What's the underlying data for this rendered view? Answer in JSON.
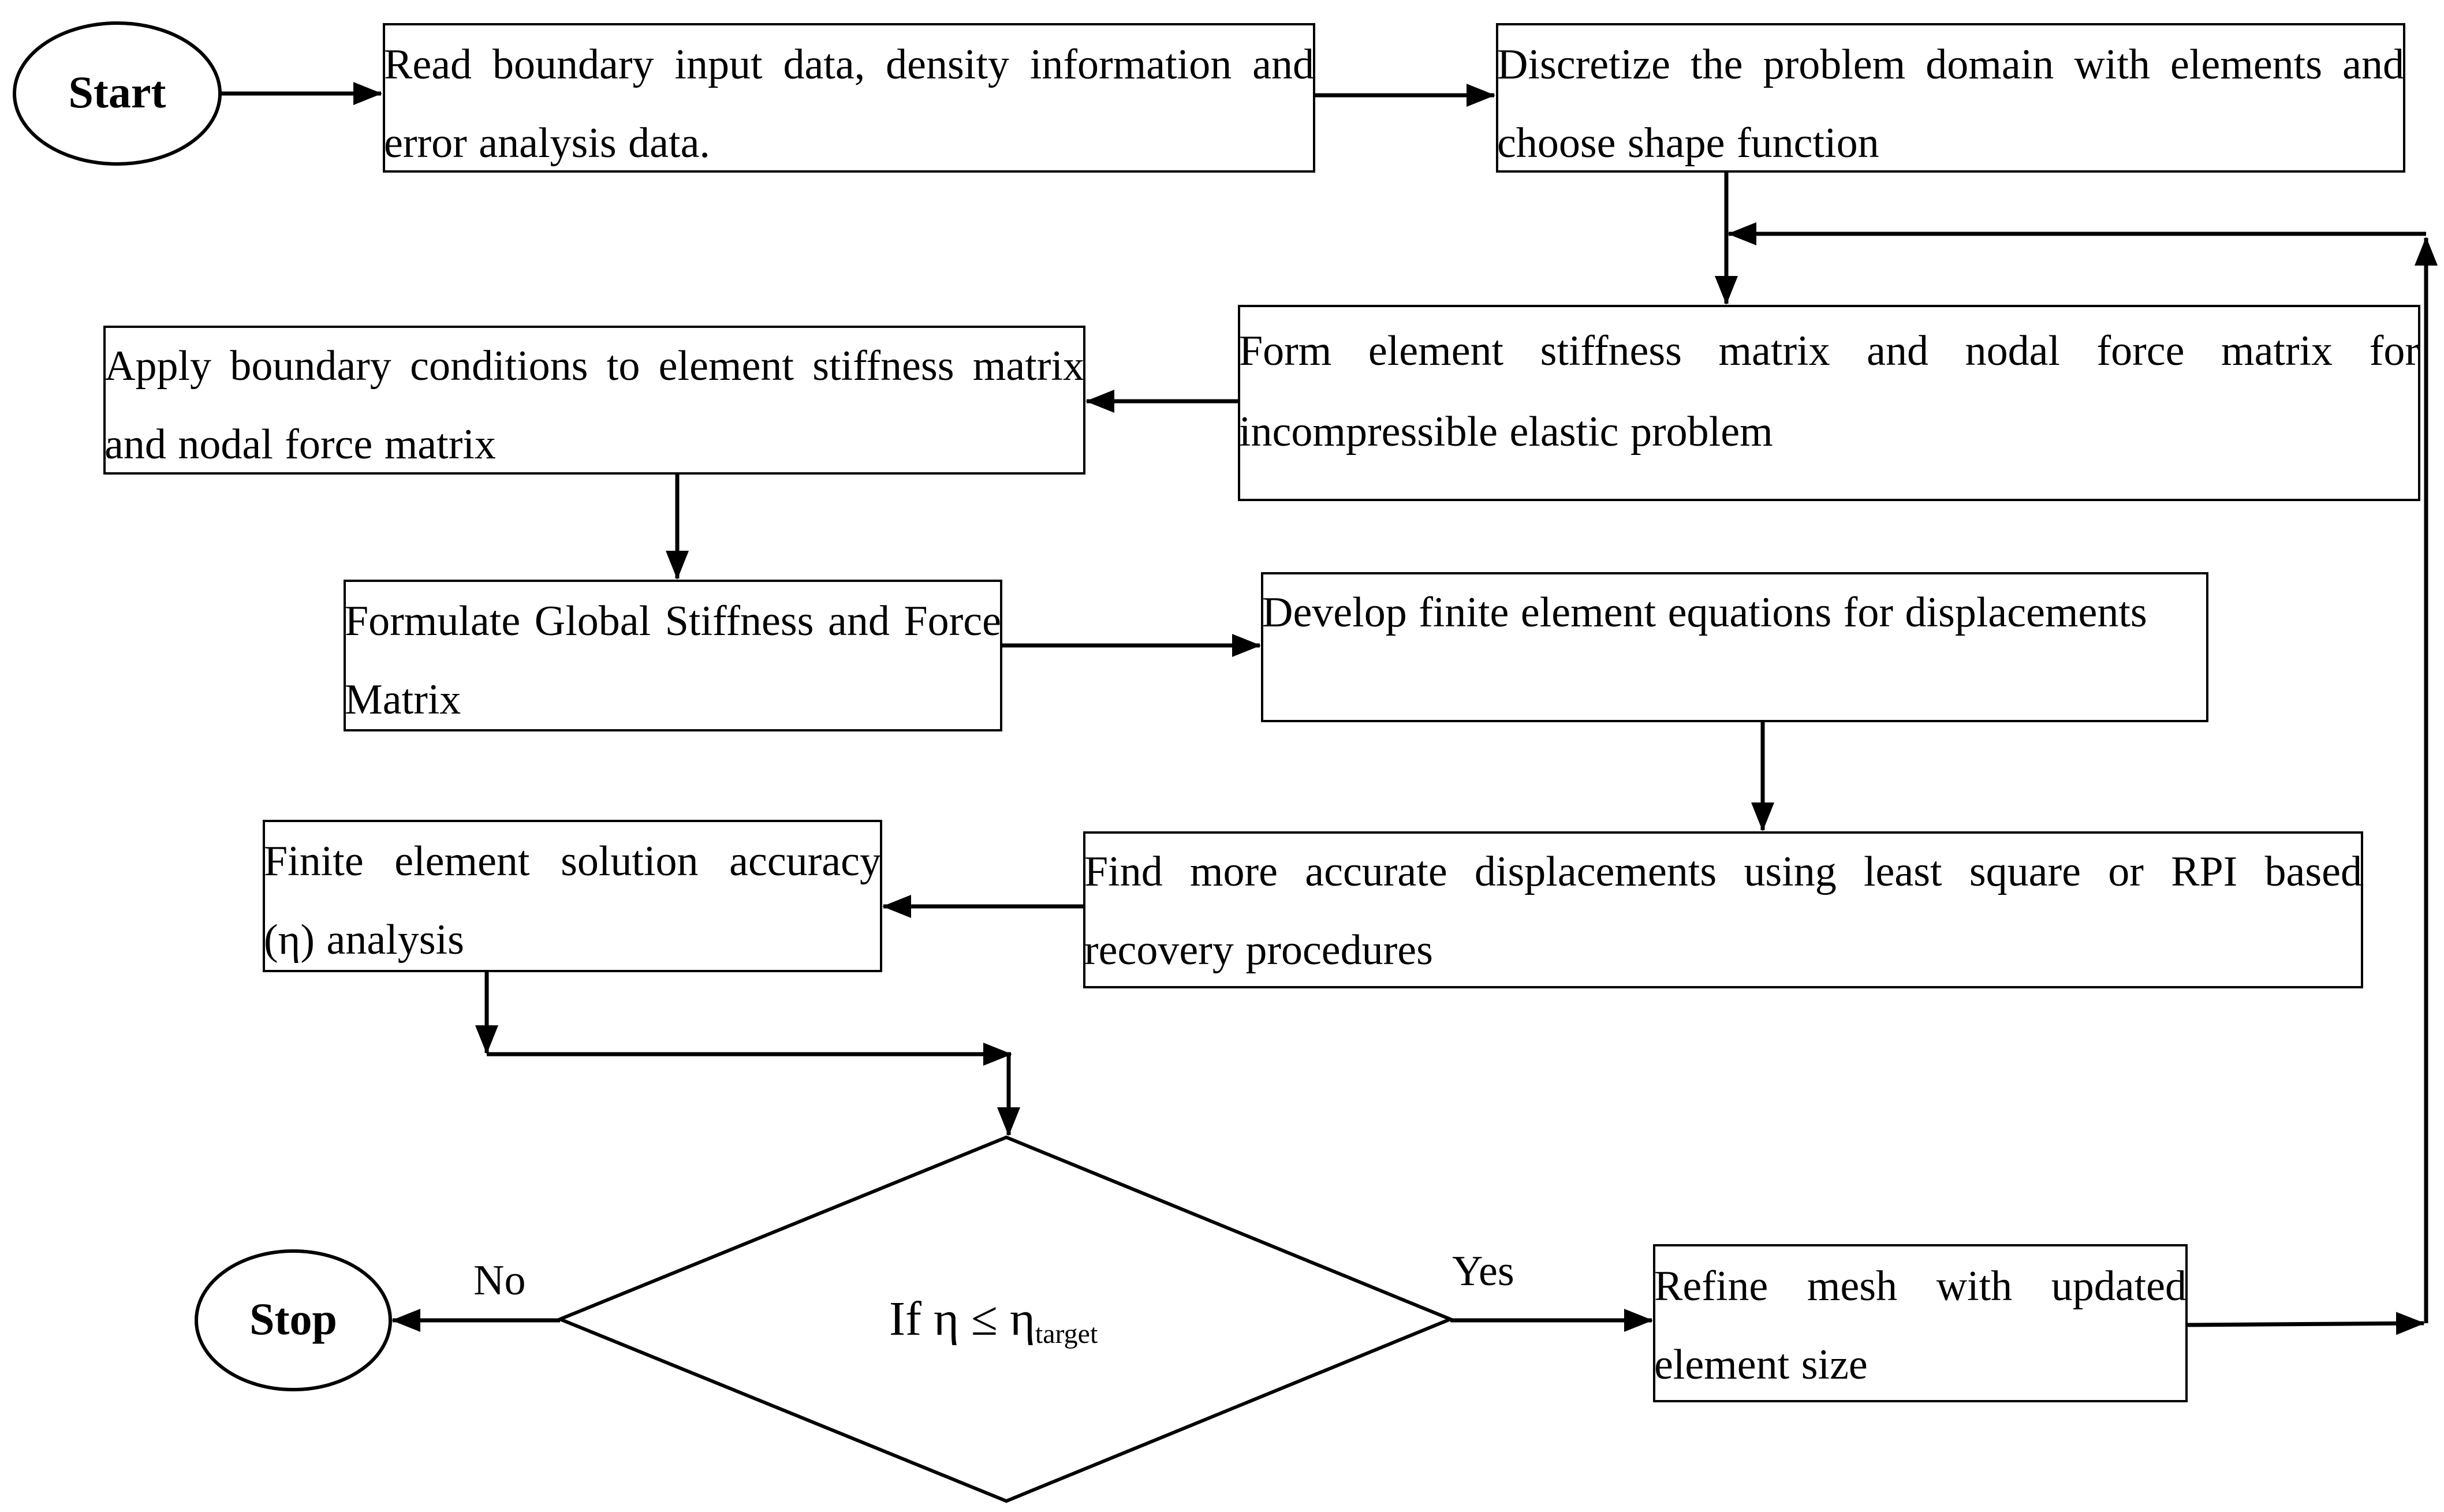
{
  "start_label": "Start",
  "stop_label": "Stop",
  "steps": {
    "read_input": "Read boundary input data, density information and error analysis data.",
    "discretize": "Discretize the problem domain with elements and choose shape function",
    "form_stiffness": "Form element stiffness matrix and nodal force matrix for incompressible elastic problem",
    "apply_bc": "Apply boundary conditions to element stiffness matrix and nodal force matrix",
    "global_stiffness": "Formulate Global Stiffness and Force Matrix",
    "develop_equations": "Develop finite element equations for displacements",
    "recovery": "Find more accurate displacements using least square or RPI based recovery procedures",
    "accuracy": "Finite element solution accuracy (η) analysis",
    "refine_mesh": "Refine mesh with updated element size"
  },
  "decision": {
    "prefix": "If η ≤ η",
    "subscript": "target"
  },
  "edge_labels": {
    "no": "No",
    "yes": "Yes"
  },
  "colors": {
    "stroke": "#000000",
    "background": "#ffffff"
  }
}
